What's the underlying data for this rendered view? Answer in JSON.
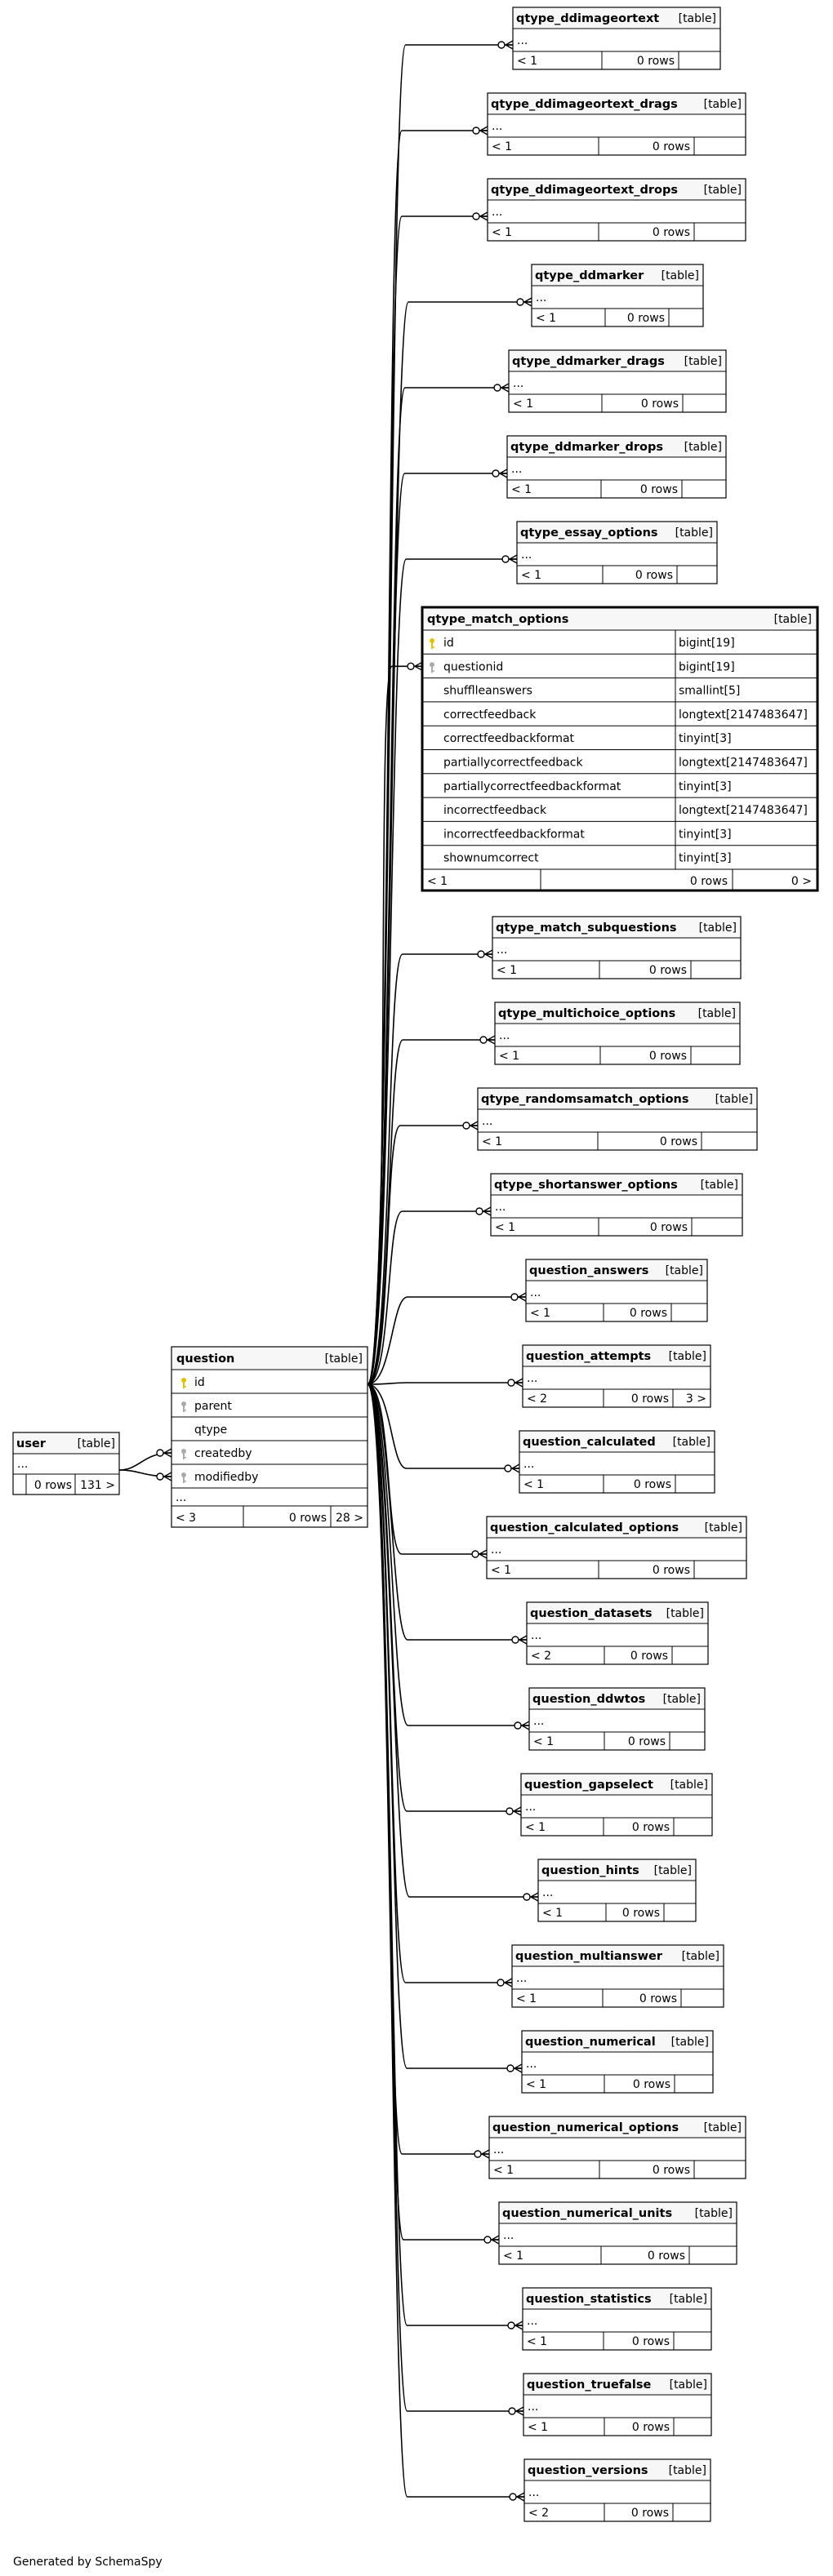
{
  "footer": "Generated by SchemaSpy",
  "diagram": {
    "user": {
      "name": "user",
      "type": "[table]",
      "more": "...",
      "cells": [
        "",
        "0 rows",
        "131 >"
      ]
    },
    "question": {
      "name": "question",
      "type": "[table]",
      "columns": [
        {
          "name": "id",
          "key": "pk"
        },
        {
          "name": "parent",
          "key": "fk"
        },
        {
          "name": "qtype",
          "key": ""
        },
        {
          "name": "createdby",
          "key": "fk"
        },
        {
          "name": "modifiedby",
          "key": "fk"
        }
      ],
      "more": "...",
      "cells": [
        "< 3",
        "0 rows",
        "28 >"
      ]
    },
    "match_options": {
      "name": "qtype_match_options",
      "type": "[table]",
      "columns": [
        {
          "name": "id",
          "type": "bigint[19]",
          "key": "pk"
        },
        {
          "name": "questionid",
          "type": "bigint[19]",
          "key": "fk"
        },
        {
          "name": "shufflleanswers",
          "type": "smallint[5]",
          "key": ""
        },
        {
          "name": "correctfeedback",
          "type": "longtext[2147483647]",
          "key": ""
        },
        {
          "name": "correctfeedbackformat",
          "type": "tinyint[3]",
          "key": ""
        },
        {
          "name": "partiallycorrectfeedback",
          "type": "longtext[2147483647]",
          "key": ""
        },
        {
          "name": "partiallycorrectfeedbackformat",
          "type": "tinyint[3]",
          "key": ""
        },
        {
          "name": "incorrectfeedback",
          "type": "longtext[2147483647]",
          "key": ""
        },
        {
          "name": "incorrectfeedbackformat",
          "type": "tinyint[3]",
          "key": ""
        },
        {
          "name": "shownumcorrect",
          "type": "tinyint[3]",
          "key": ""
        }
      ],
      "cells": [
        "< 1",
        "0 rows",
        "0 >"
      ]
    },
    "children": [
      {
        "name": "qtype_ddimageortext",
        "type": "[table]",
        "more": "...",
        "cells": [
          "< 1",
          "0 rows",
          ""
        ]
      },
      {
        "name": "qtype_ddimageortext_drags",
        "type": "[table]",
        "more": "...",
        "cells": [
          "< 1",
          "0 rows",
          ""
        ]
      },
      {
        "name": "qtype_ddimageortext_drops",
        "type": "[table]",
        "more": "...",
        "cells": [
          "< 1",
          "0 rows",
          ""
        ]
      },
      {
        "name": "qtype_ddmarker",
        "type": "[table]",
        "more": "...",
        "cells": [
          "< 1",
          "0 rows",
          ""
        ]
      },
      {
        "name": "qtype_ddmarker_drags",
        "type": "[table]",
        "more": "...",
        "cells": [
          "< 1",
          "0 rows",
          ""
        ]
      },
      {
        "name": "qtype_ddmarker_drops",
        "type": "[table]",
        "more": "...",
        "cells": [
          "< 1",
          "0 rows",
          ""
        ]
      },
      {
        "name": "qtype_essay_options",
        "type": "[table]",
        "more": "...",
        "cells": [
          "< 1",
          "0 rows",
          ""
        ]
      },
      {
        "name": "qtype_match_subquestions",
        "type": "[table]",
        "more": "...",
        "cells": [
          "< 1",
          "0 rows",
          ""
        ]
      },
      {
        "name": "qtype_multichoice_options",
        "type": "[table]",
        "more": "...",
        "cells": [
          "< 1",
          "0 rows",
          ""
        ]
      },
      {
        "name": "qtype_randomsamatch_options",
        "type": "[table]",
        "more": "...",
        "cells": [
          "< 1",
          "0 rows",
          ""
        ]
      },
      {
        "name": "qtype_shortanswer_options",
        "type": "[table]",
        "more": "...",
        "cells": [
          "< 1",
          "0 rows",
          ""
        ]
      },
      {
        "name": "question_answers",
        "type": "[table]",
        "more": "...",
        "cells": [
          "< 1",
          "0 rows",
          ""
        ]
      },
      {
        "name": "question_attempts",
        "type": "[table]",
        "more": "...",
        "cells": [
          "< 2",
          "0 rows",
          "3 >"
        ]
      },
      {
        "name": "question_calculated",
        "type": "[table]",
        "more": "...",
        "cells": [
          "< 1",
          "0 rows",
          ""
        ]
      },
      {
        "name": "question_calculated_options",
        "type": "[table]",
        "more": "...",
        "cells": [
          "< 1",
          "0 rows",
          ""
        ]
      },
      {
        "name": "question_datasets",
        "type": "[table]",
        "more": "...",
        "cells": [
          "< 2",
          "0 rows",
          ""
        ]
      },
      {
        "name": "question_ddwtos",
        "type": "[table]",
        "more": "...",
        "cells": [
          "< 1",
          "0 rows",
          ""
        ]
      },
      {
        "name": "question_gapselect",
        "type": "[table]",
        "more": "...",
        "cells": [
          "< 1",
          "0 rows",
          ""
        ]
      },
      {
        "name": "question_hints",
        "type": "[table]",
        "more": "...",
        "cells": [
          "< 1",
          "0 rows",
          ""
        ]
      },
      {
        "name": "question_multianswer",
        "type": "[table]",
        "more": "...",
        "cells": [
          "< 1",
          "0 rows",
          ""
        ]
      },
      {
        "name": "question_numerical",
        "type": "[table]",
        "more": "...",
        "cells": [
          "< 1",
          "0 rows",
          ""
        ]
      },
      {
        "name": "question_numerical_options",
        "type": "[table]",
        "more": "...",
        "cells": [
          "< 1",
          "0 rows",
          ""
        ]
      },
      {
        "name": "question_numerical_units",
        "type": "[table]",
        "more": "...",
        "cells": [
          "< 1",
          "0 rows",
          ""
        ]
      },
      {
        "name": "question_statistics",
        "type": "[table]",
        "more": "...",
        "cells": [
          "< 1",
          "0 rows",
          ""
        ]
      },
      {
        "name": "question_truefalse",
        "type": "[table]",
        "more": "...",
        "cells": [
          "< 1",
          "0 rows",
          ""
        ]
      },
      {
        "name": "question_versions",
        "type": "[table]",
        "more": "...",
        "cells": [
          "< 2",
          "0 rows",
          ""
        ]
      }
    ]
  }
}
